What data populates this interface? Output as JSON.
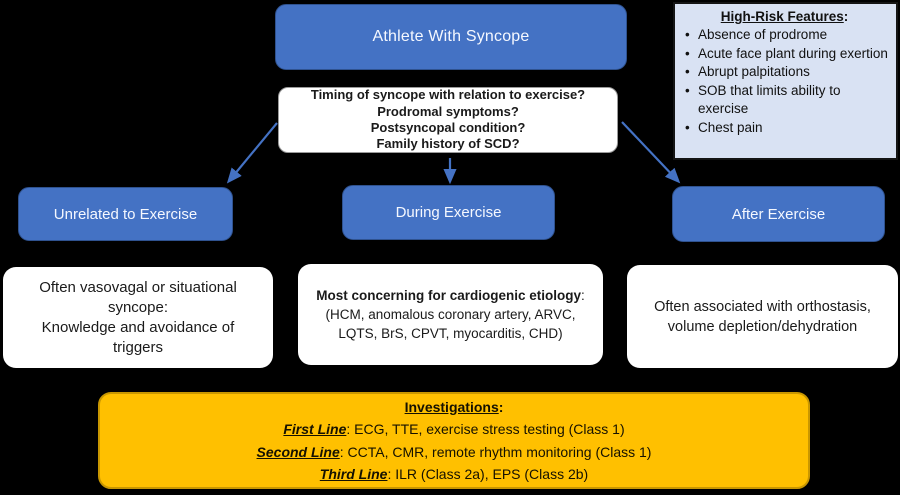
{
  "colors": {
    "background": "#000000",
    "node_blue": "#4472C4",
    "node_blue_border": "#2F528F",
    "high_risk_bg": "#D9E2F3",
    "investigations_bg": "#FFC000",
    "arrow": "#4472C4"
  },
  "root": {
    "label": "Athlete With Syncope"
  },
  "question_box": {
    "lines": [
      "Timing of syncope with relation to exercise?",
      "Prodromal symptoms?",
      "Postsyncopal condition?",
      "Family history of SCD?"
    ]
  },
  "high_risk": {
    "title": "High-Risk Features",
    "title_suffix": ":",
    "items": [
      "Absence of prodrome",
      "Acute face plant during exertion",
      "Abrupt palpitations",
      "SOB that limits ability to exercise",
      "Chest pain"
    ]
  },
  "branches": {
    "unrelated": {
      "label": "Unrelated to Exercise",
      "detail_line1": "Often vasovagal or situational syncope:",
      "detail_line2": "Knowledge and avoidance of triggers"
    },
    "during": {
      "label": "During Exercise",
      "detail_bold": "Most concerning for cardiogenic etiology",
      "detail_colon": ":",
      "detail_rest": "(HCM, anomalous coronary artery, ARVC, LQTS, BrS, CPVT, myocarditis, CHD)"
    },
    "after": {
      "label": "After Exercise",
      "detail": "Often associated with orthostasis, volume depletion/dehydration"
    }
  },
  "investigations": {
    "title": "Investigations",
    "title_suffix": ":",
    "lines": [
      {
        "label": "First Line",
        "text": ": ECG, TTE, exercise stress testing (Class 1)"
      },
      {
        "label": "Second Line",
        "text": ": CCTA, CMR, remote rhythm monitoring (Class 1)"
      },
      {
        "label": "Third Line",
        "text": ": ILR (Class 2a), EPS (Class 2b)"
      }
    ]
  }
}
